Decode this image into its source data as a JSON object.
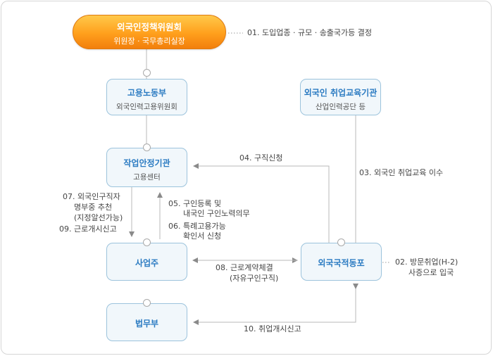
{
  "top": {
    "title": "외국인정책위원회",
    "subtitle": "위원장 · 국무총리실장"
  },
  "top_note": "01. 도입업종 · 규모 · 송출국가등 결정",
  "boxes": {
    "ministry_labor": {
      "title": "고용노동부",
      "subtitle": "외국인력고용위원회"
    },
    "education": {
      "title": "외국인 취업교육기관",
      "subtitle": "산업인력공단 등"
    },
    "job_center": {
      "title": "작업안정기관",
      "subtitle": "고용센터"
    },
    "employer": {
      "title": "사업주"
    },
    "worker": {
      "title": "외국국적동포"
    },
    "justice": {
      "title": "법무부"
    }
  },
  "steps": {
    "s02_a": "02. 방문취업(H-2)",
    "s02_b": "사증으로 입국",
    "s03": "03. 외국인 취업교육 이수",
    "s04": "04. 구직신청",
    "s05_a": "05. 구인등록 및",
    "s05_b": "내국인 구인노력의무",
    "s06_a": "06. 특례고용가능",
    "s06_b": "확인서 신청",
    "s07_a": "07. 외국인구직자",
    "s07_b": "명부중 추천",
    "s07_c": "(지정알선가능)",
    "s08_a": "08. 근로계약체결",
    "s08_b": "(자유구인구직)",
    "s09": "09. 근로개시신고",
    "s10": "10. 취업개시신고"
  }
}
